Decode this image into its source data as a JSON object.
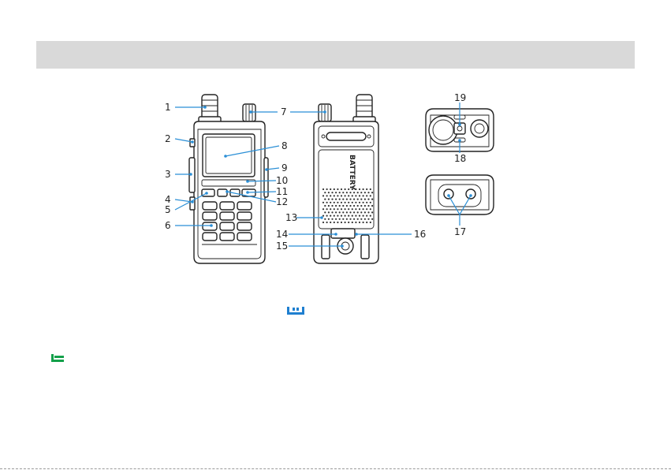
{
  "callouts": {
    "c1": "1",
    "c2": "2",
    "c3": "3",
    "c4": "4",
    "c5": "5",
    "c6": "6",
    "c7": "7",
    "c8": "8",
    "c9": "9",
    "c10": "10",
    "c11": "11",
    "c12": "12",
    "c13": "13",
    "c14": "14",
    "c15": "15",
    "c16": "16",
    "c17": "17",
    "c18": "18",
    "c19": "19"
  },
  "device_back": {
    "battery_label": "BATTERY"
  },
  "icons": {
    "blue_icon": "blue-bracket-icon",
    "green_icon": "green-bracket-icon"
  },
  "colors": {
    "header_bar": "#d9d9d9",
    "leader_line": "#2b8fd6",
    "blue_icon": "#1f7fd0",
    "green_icon": "#13a04a"
  }
}
